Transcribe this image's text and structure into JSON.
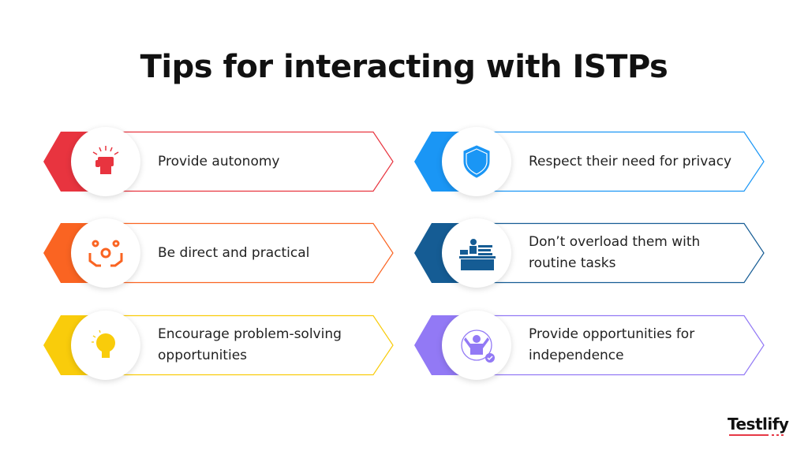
{
  "title": "Tips for interacting with ISTPs",
  "tips": [
    {
      "label": "Provide autonomy",
      "icon": "raised-fist-icon",
      "color": "#e8343f"
    },
    {
      "label": "Be direct and practical",
      "icon": "gears-in-hands-icon",
      "color": "#fa6422"
    },
    {
      "label": "Encourage problem-solving opportunities",
      "icon": "puzzle-lightbulb-icon",
      "color": "#f9cc0b"
    },
    {
      "label": "Respect their need for privacy",
      "icon": "shield-icon",
      "color": "#1a96f5"
    },
    {
      "label": "Don’t overload them with routine tasks",
      "icon": "person-at-desk-icon",
      "color": "#155c94"
    },
    {
      "label": "Provide opportunities for independence",
      "icon": "independent-person-icon",
      "color": "#9279f5"
    }
  ],
  "brand": {
    "name": "Testlify",
    "accent": "#e63946"
  }
}
